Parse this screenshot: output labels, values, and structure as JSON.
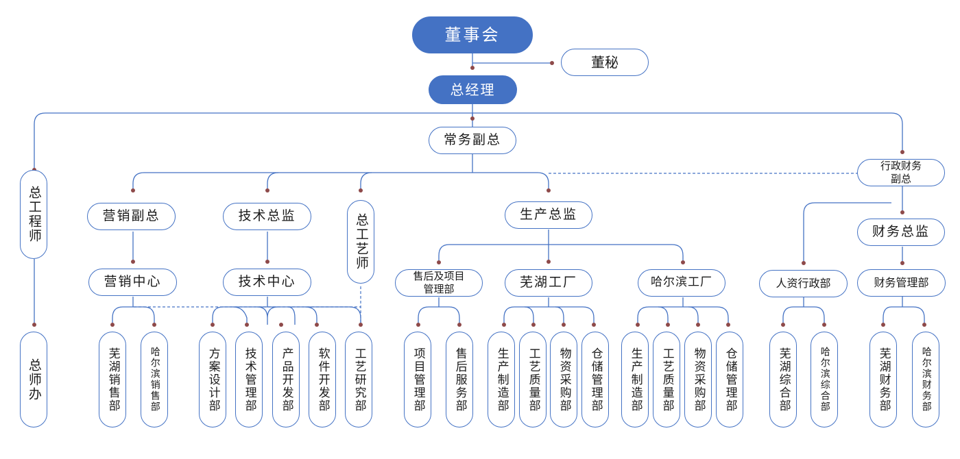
{
  "colors": {
    "line": "#4472c4",
    "dot": "#8e4a4a",
    "fill": "#4472c4"
  },
  "nodes": {
    "board": "董事会",
    "board_secretary": "董秘",
    "general_manager": "总经理",
    "executive_vp": "常务副总",
    "chief_engineer": "总工程师",
    "chief_engineer_office": "总师办",
    "marketing_vp": "营销副总",
    "tech_director": "技术总监",
    "chief_process_engineer": "总工艺师",
    "production_director": "生产总监",
    "admin_finance_vp": "行政财务\n副总",
    "finance_director": "财务总监",
    "marketing_center": "营销中心",
    "tech_center": "技术中心",
    "after_sales_project": "售后及项目\n管理部",
    "wuhu_factory": "芜湖工厂",
    "harbin_factory": "哈尔滨工厂",
    "hr_admin": "人资行政部",
    "finance_mgmt": "财务管理部",
    "wuhu_sales": "芜湖销售部",
    "harbin_sales": "哈尔滨销售部",
    "solution_design": "方案设计部",
    "tech_mgmt": "技术管理部",
    "product_dev": "产品开发部",
    "software_dev": "软件开发部",
    "process_research": "工艺研究部",
    "project_mgmt": "项目管理部",
    "after_sales_service": "售后服务部",
    "wuhu_production": "生产制造部",
    "wuhu_quality": "工艺质量部",
    "wuhu_procurement": "物资采购部",
    "wuhu_warehouse": "仓储管理部",
    "harbin_production": "生产制造部",
    "harbin_quality": "工艺质量部",
    "harbin_procurement": "物资采购部",
    "harbin_warehouse": "仓储管理部",
    "wuhu_general": "芜湖综合部",
    "harbin_general": "哈尔滨综合部",
    "wuhu_finance": "芜湖财务部",
    "harbin_finance": "哈尔滨财务部"
  }
}
